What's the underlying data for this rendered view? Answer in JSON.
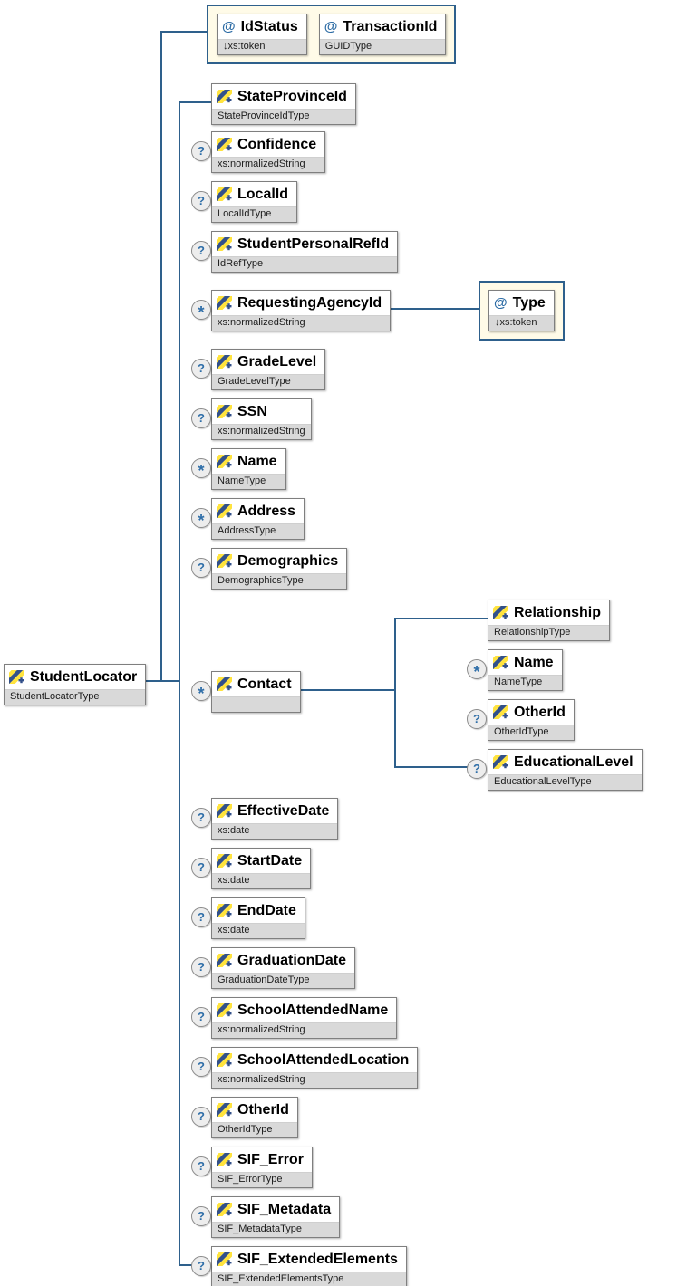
{
  "root": {
    "name": "StudentLocator",
    "type": "StudentLocatorType"
  },
  "root_attributes": {
    "items": [
      {
        "icon": "@",
        "name": "IdStatus",
        "type": "↓xs:token"
      },
      {
        "icon": "@",
        "name": "TransactionId",
        "type": "GUIDType"
      }
    ]
  },
  "children": [
    {
      "occurrence": "",
      "name": "StateProvinceId",
      "type": "StateProvinceIdType"
    },
    {
      "occurrence": "?",
      "name": "Confidence",
      "type": "xs:normalizedString"
    },
    {
      "occurrence": "?",
      "name": "LocalId",
      "type": "LocalIdType"
    },
    {
      "occurrence": "?",
      "name": "StudentPersonalRefId",
      "type": "IdRefType"
    },
    {
      "occurrence": "*",
      "name": "RequestingAgencyId",
      "type": "xs:normalizedString"
    },
    {
      "occurrence": "?",
      "name": "GradeLevel",
      "type": "GradeLevelType"
    },
    {
      "occurrence": "?",
      "name": "SSN",
      "type": "xs:normalizedString"
    },
    {
      "occurrence": "*",
      "name": "Name",
      "type": "NameType"
    },
    {
      "occurrence": "*",
      "name": "Address",
      "type": "AddressType"
    },
    {
      "occurrence": "?",
      "name": "Demographics",
      "type": "DemographicsType"
    },
    {
      "occurrence": "*",
      "name": "Contact",
      "type": ""
    },
    {
      "occurrence": "?",
      "name": "EffectiveDate",
      "type": "xs:date"
    },
    {
      "occurrence": "?",
      "name": "StartDate",
      "type": "xs:date"
    },
    {
      "occurrence": "?",
      "name": "EndDate",
      "type": "xs:date"
    },
    {
      "occurrence": "?",
      "name": "GraduationDate",
      "type": "GraduationDateType"
    },
    {
      "occurrence": "?",
      "name": "SchoolAttendedName",
      "type": "xs:normalizedString"
    },
    {
      "occurrence": "?",
      "name": "SchoolAttendedLocation",
      "type": "xs:normalizedString"
    },
    {
      "occurrence": "?",
      "name": "OtherId",
      "type": "OtherIdType"
    },
    {
      "occurrence": "?",
      "name": "SIF_Error",
      "type": "SIF_ErrorType"
    },
    {
      "occurrence": "?",
      "name": "SIF_Metadata",
      "type": "SIF_MetadataType"
    },
    {
      "occurrence": "?",
      "name": "SIF_ExtendedElements",
      "type": "SIF_ExtendedElementsType"
    }
  ],
  "requesting_agency_attributes": {
    "items": [
      {
        "icon": "@",
        "name": "Type",
        "type": "↓xs:token"
      }
    ]
  },
  "contact_children": [
    {
      "occurrence": "",
      "name": "Relationship",
      "type": "RelationshipType"
    },
    {
      "occurrence": "*",
      "name": "Name",
      "type": "NameType"
    },
    {
      "occurrence": "?",
      "name": "OtherId",
      "type": "OtherIdType"
    },
    {
      "occurrence": "?",
      "name": "EducationalLevel",
      "type": "EducationalLevelType"
    }
  ],
  "colors": {
    "connector_line": "#2e608c",
    "box_border": "#7f7f7f",
    "type_row_background": "#d9d9d9",
    "attribute_container_background": "#fffbe8",
    "attribute_container_border": "#2e608c",
    "icon_yellow": "#ffe33d",
    "icon_navy": "#32508a",
    "indicator_glyph_blue": "#2f6ea8"
  }
}
